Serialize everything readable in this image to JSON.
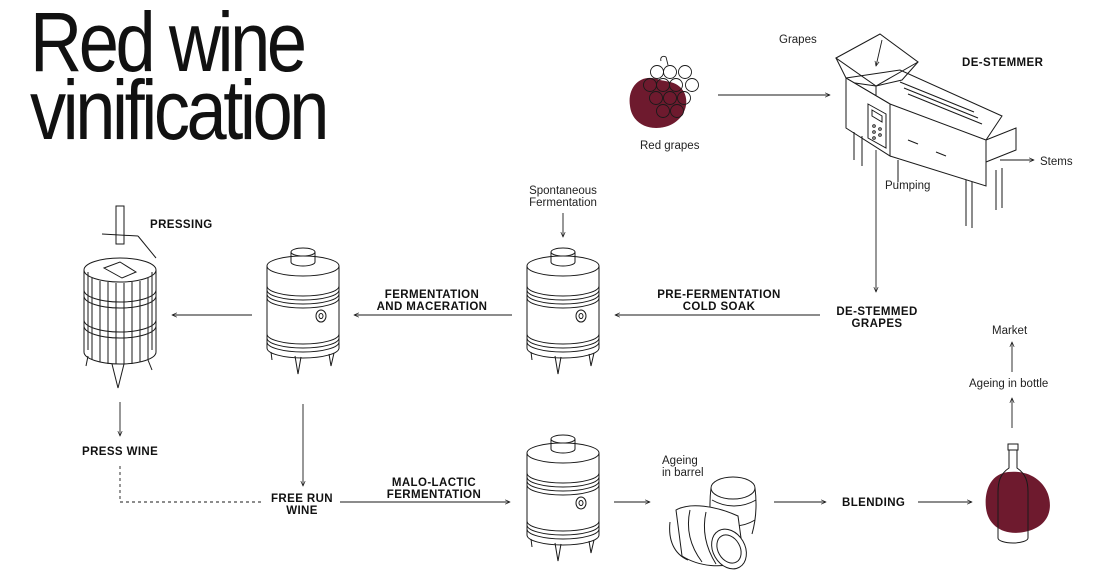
{
  "title": {
    "line1": "Red wine",
    "line2": "vinification"
  },
  "labels": {
    "grapes": "Grapes",
    "red_grapes": "Red grapes",
    "destemmer": "DE-STEMMER",
    "stems": "Stems",
    "pumping": "Pumping",
    "destemmed_line1": "DE-STEMMED",
    "destemmed_line2": "GRAPES",
    "spontaneous_line1": "Spontaneous",
    "spontaneous_line2": "Fermentation",
    "precold_line1": "PRE-FERMENTATION",
    "precold_line2": "COLD SOAK",
    "ferment_line1": "FERMENTATION",
    "ferment_line2": "AND MACERATION",
    "pressing": "PRESSING",
    "press_wine": "PRESS WINE",
    "free_run_line1": "FREE RUN",
    "free_run_line2": "WINE",
    "malo_line1": "MALO-LACTIC",
    "malo_line2": "FERMENTATION",
    "ageing_barrel_line1": "Ageing",
    "ageing_barrel_line2": "in barrel",
    "blending": "BLENDING",
    "ageing_bottle": "Ageing in bottle",
    "market": "Market"
  },
  "colors": {
    "wine": "#6e1a2e",
    "line": "#1a1a1a"
  },
  "icons": [
    "grape-cluster-icon",
    "destemmer-machine-icon",
    "fermentation-tank-icon",
    "wine-press-icon",
    "barrels-icon",
    "wine-bottle-icon"
  ]
}
